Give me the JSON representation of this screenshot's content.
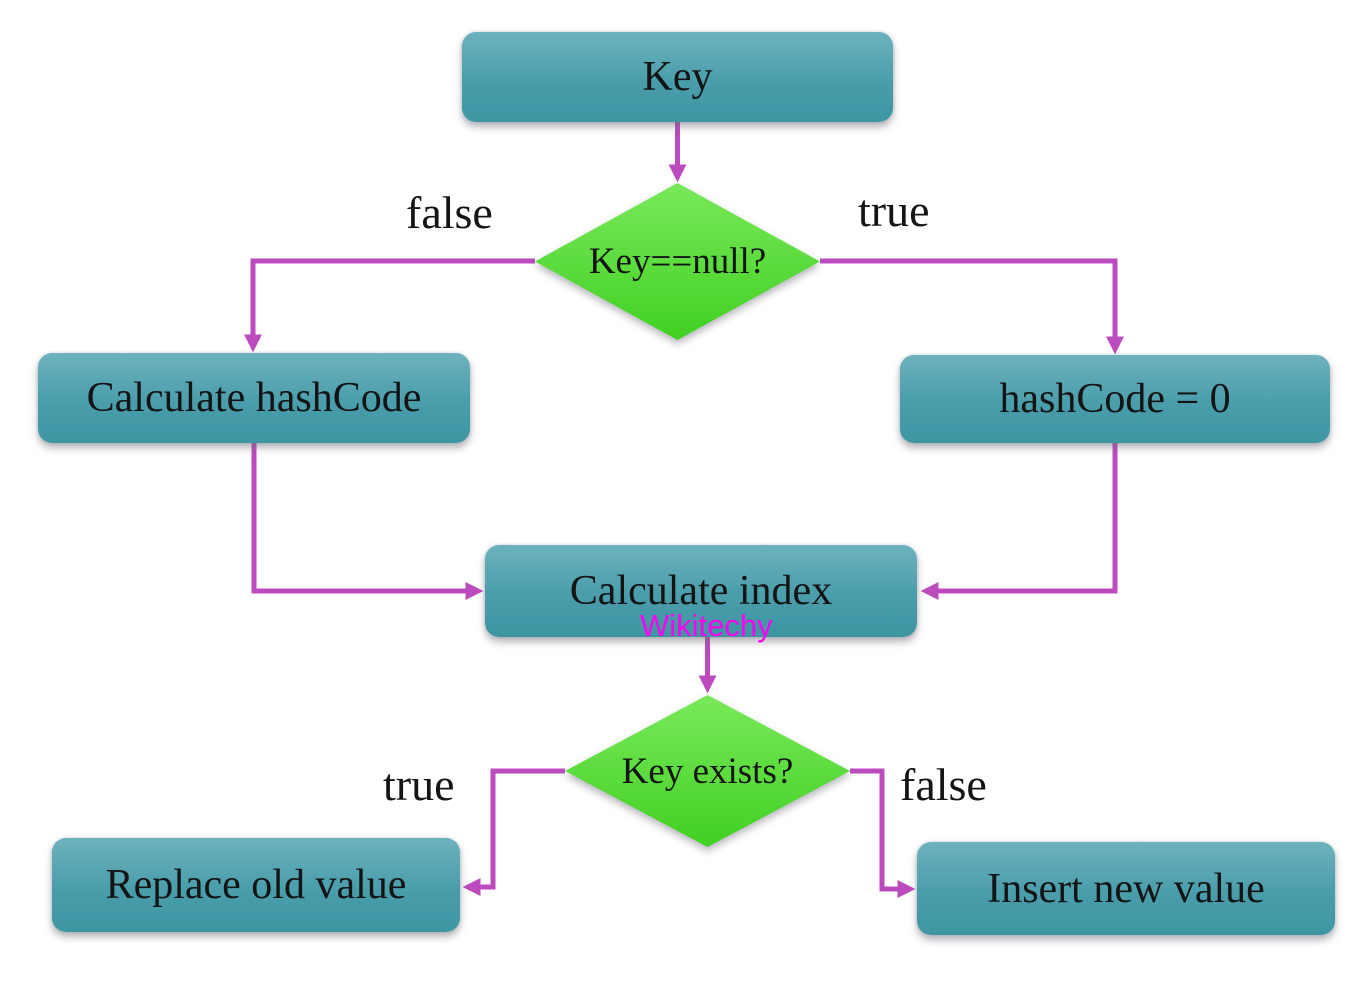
{
  "flowchart": {
    "nodes": {
      "key": {
        "label": "Key",
        "shape": "rounded-rect"
      },
      "key_null_check": {
        "label": "Key==null?",
        "shape": "diamond"
      },
      "calculate_hashcode": {
        "label": "Calculate hashCode",
        "shape": "rounded-rect"
      },
      "hashcode_zero": {
        "label": "hashCode = 0",
        "shape": "rounded-rect"
      },
      "calculate_index": {
        "label": "Calculate index",
        "shape": "rounded-rect"
      },
      "key_exists_check": {
        "label": "Key exists?",
        "shape": "diamond"
      },
      "replace_old_value": {
        "label": "Replace old value",
        "shape": "rounded-rect"
      },
      "insert_new_value": {
        "label": "Insert new value",
        "shape": "rounded-rect"
      }
    },
    "edges": [
      {
        "from": "key",
        "to": "key_null_check",
        "label": ""
      },
      {
        "from": "key_null_check",
        "to": "calculate_hashcode",
        "label": "false"
      },
      {
        "from": "key_null_check",
        "to": "hashcode_zero",
        "label": "true"
      },
      {
        "from": "calculate_hashcode",
        "to": "calculate_index",
        "label": ""
      },
      {
        "from": "hashcode_zero",
        "to": "calculate_index",
        "label": ""
      },
      {
        "from": "calculate_index",
        "to": "key_exists_check",
        "label": ""
      },
      {
        "from": "key_exists_check",
        "to": "replace_old_value",
        "label": "true"
      },
      {
        "from": "key_exists_check",
        "to": "insert_new_value",
        "label": "false"
      }
    ],
    "branch_labels": {
      "key_null_false": "false",
      "key_null_true": "true",
      "key_exists_true": "true",
      "key_exists_false": "false"
    },
    "watermark": "Wikitechy"
  },
  "colors": {
    "process-top": "#6db2be",
    "process-mid": "#4a9dab",
    "process-bottom": "#3e96a3",
    "decision-top": "#79e95a",
    "decision-bottom": "#41d023",
    "arrow": "#bc4bbe",
    "watermark": "#ff00f0",
    "node-text": "#141414",
    "canvas-bg": "#ffffff"
  }
}
